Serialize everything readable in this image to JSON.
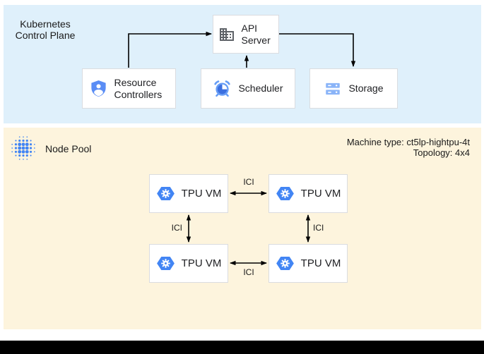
{
  "colors": {
    "control_plane_bg": "#dff0fb",
    "node_pool_bg": "#fdf4dd",
    "box_border": "#dadce0",
    "arrow": "#000000",
    "accent_blue": "#4285f4",
    "icon_light_blue": "#8ab4f8",
    "icon_gray": "#5f6368"
  },
  "control_plane": {
    "title": "Kubernetes Control Plane",
    "nodes": {
      "api_server": {
        "label": "API Server",
        "icon": "building-icon"
      },
      "resource_controllers": {
        "label": "Resource Controllers",
        "icon": "shield-user-icon"
      },
      "scheduler": {
        "label": "Scheduler",
        "icon": "alarm-clock-icon"
      },
      "storage": {
        "label": "Storage",
        "icon": "storage-servers-icon"
      }
    }
  },
  "node_pool": {
    "title": "Node Pool",
    "icon": "dot-cluster-icon",
    "machine_type": "Machine type: ct5lp-hightpu-4t",
    "topology": "Topology: 4x4",
    "tpu_vm_label": "TPU VM",
    "tpu_vm_icon": "hexagon-gear-icon",
    "interconnect_label": "ICI"
  }
}
